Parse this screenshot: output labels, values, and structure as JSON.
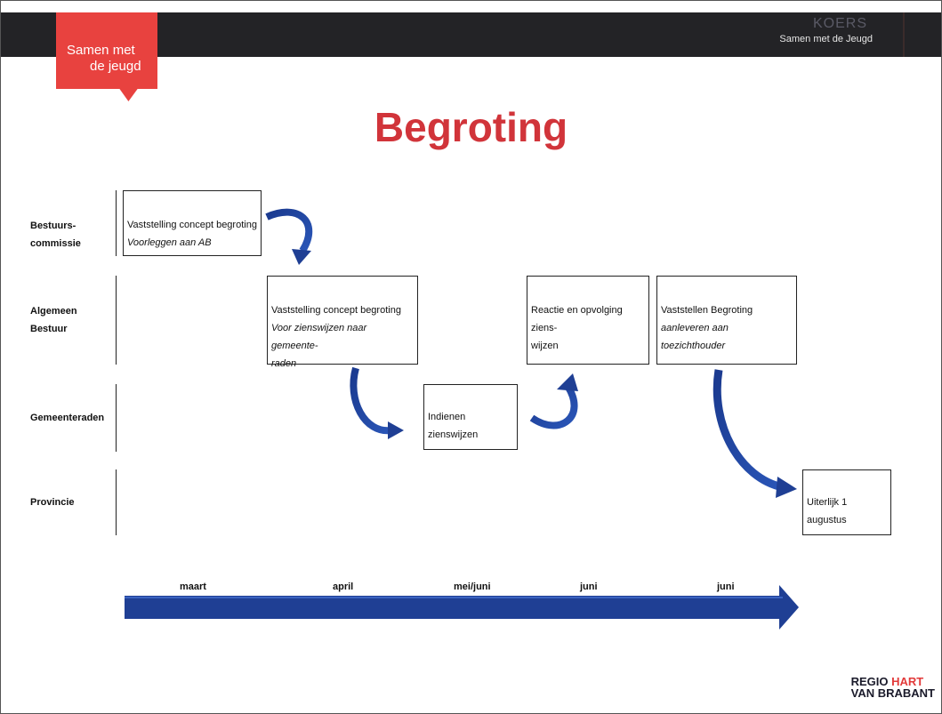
{
  "header": {
    "right_title": "KOERS",
    "right_subtitle": "Samen met de Jeugd",
    "badge_line1": "Samen met",
    "badge_line2": "de jeugd"
  },
  "title": "Begroting",
  "rows": [
    {
      "label_line1": "Bestuurs-",
      "label_line2": "commissie"
    },
    {
      "label_line1": "Algemeen",
      "label_line2": "Bestuur"
    },
    {
      "label_line1": "Gemeenteraden",
      "label_line2": ""
    },
    {
      "label_line1": "Provincie",
      "label_line2": ""
    }
  ],
  "boxes": {
    "bc": {
      "line1": "Vaststelling concept begroting",
      "line2": "Voorleggen aan AB"
    },
    "ab1": {
      "line1": "Vaststelling concept begroting",
      "line2": "Voor zienswijzen naar gemeente-",
      "line3": "raden"
    },
    "gr": {
      "line1": "Indienen zienswijzen"
    },
    "ab2": {
      "line1": "Reactie en opvolging ziens-",
      "line2": "wijzen"
    },
    "ab3": {
      "line1": "Vaststellen Begroting",
      "line2": "aanleveren aan toezichthouder"
    },
    "prov": {
      "line1": "Uiterlijk 1 augustus"
    }
  },
  "timeline": [
    "maart",
    "april",
    "mei/juni",
    "juni",
    "juni"
  ],
  "logo": {
    "regio": "REGIO",
    "hart": "HART",
    "van": "VAN",
    "brabant": "BRABANT"
  },
  "colors": {
    "accent_red": "#e8423f",
    "title_red": "#d1343a",
    "arrow_blue": "#1f3f94",
    "topbar": "#232326"
  }
}
